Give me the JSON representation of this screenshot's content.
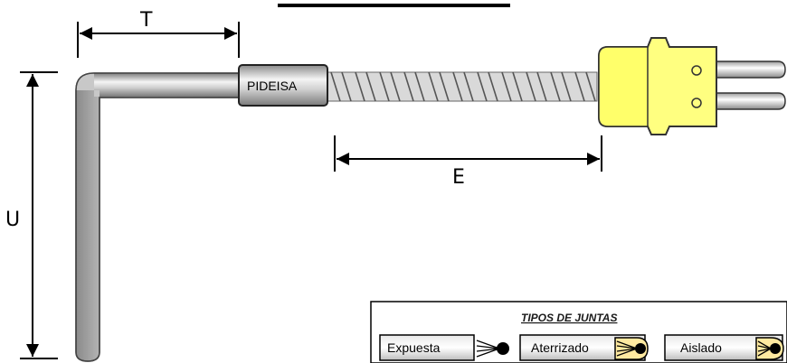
{
  "dimensions": {
    "t_label": "T",
    "u_label": "U",
    "e_label": "E"
  },
  "sleeve": {
    "label": "PIDEISA"
  },
  "junction_types": {
    "title": "TIPOS DE JUNTAS",
    "items": [
      "Expuesta",
      "Aterrizado",
      "Aislado"
    ]
  },
  "colors": {
    "connector_yellow": "#ffff80",
    "metal_gray": "#b8b8b8",
    "outline": "#000000"
  }
}
